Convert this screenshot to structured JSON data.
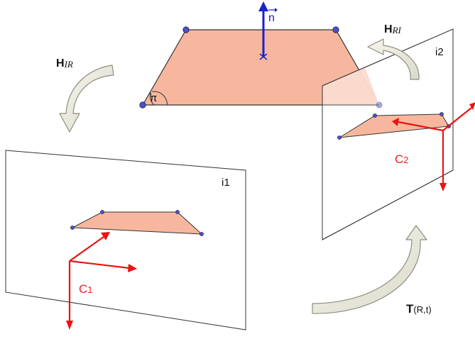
{
  "labels": {
    "normal_vector": "n",
    "plane_angle": "π",
    "image_plane_1": "i1",
    "image_plane_2": "i2",
    "camera_1_main": "C",
    "camera_1_sub": "1",
    "camera_2_main": "C",
    "camera_2_sub": "2",
    "h_ir_bold": "H",
    "h_ir_sub": "IR",
    "h_ri_bold": "H",
    "h_ri_sub": "RI",
    "transform_bold": "T",
    "transform_args": "(R,t)"
  },
  "colors": {
    "plane_fill": "#f7b79e",
    "plane_fill_translucent": "#fbd9cd",
    "vertex": "#4b4fd6",
    "normal": "#1a22cc",
    "camera_axes": "#ee1111",
    "camera_label": "#ee2222",
    "arrow_fill": "#ececdf",
    "arrow_stroke": "#8d8d80",
    "outline": "#222222"
  }
}
